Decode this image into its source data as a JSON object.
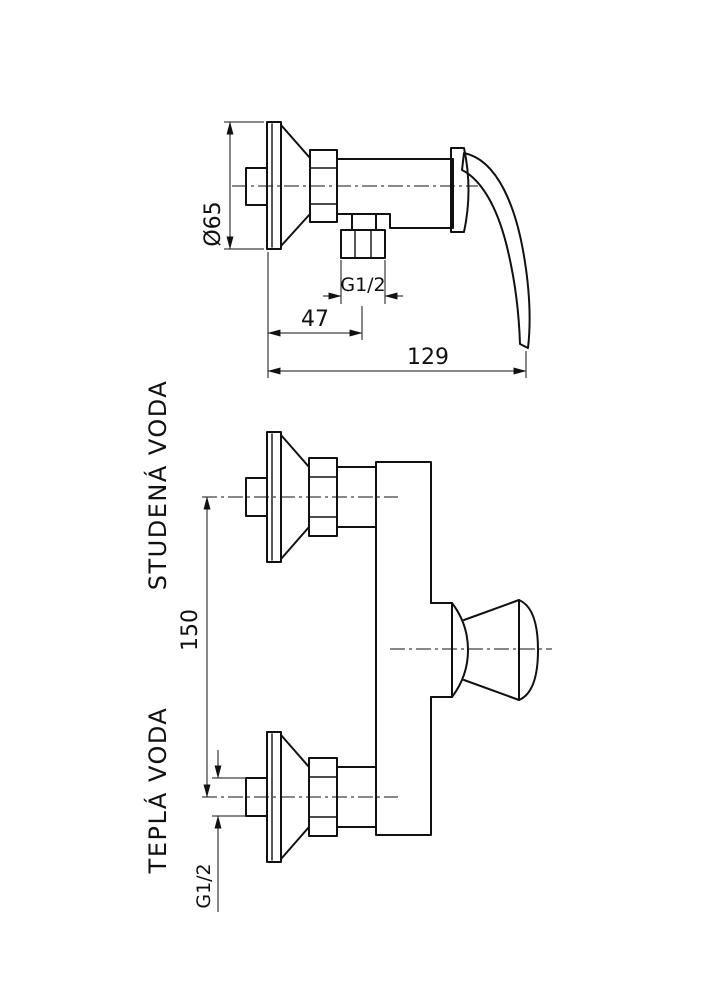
{
  "drawing": {
    "colors": {
      "line": "#111111",
      "background": "#ffffff"
    },
    "side_view": {
      "dim_diameter": "Ø65",
      "dim_outlet_thread": "G1/2",
      "dim_depth_to_outlet": "47",
      "dim_total_depth": "129"
    },
    "front_view": {
      "label_cold_water": "STUDENÁ VODA",
      "label_hot_water": "TEPLÁ VODA",
      "dim_inlet_spacing": "150",
      "dim_inlet_thread": "G1/2"
    }
  }
}
